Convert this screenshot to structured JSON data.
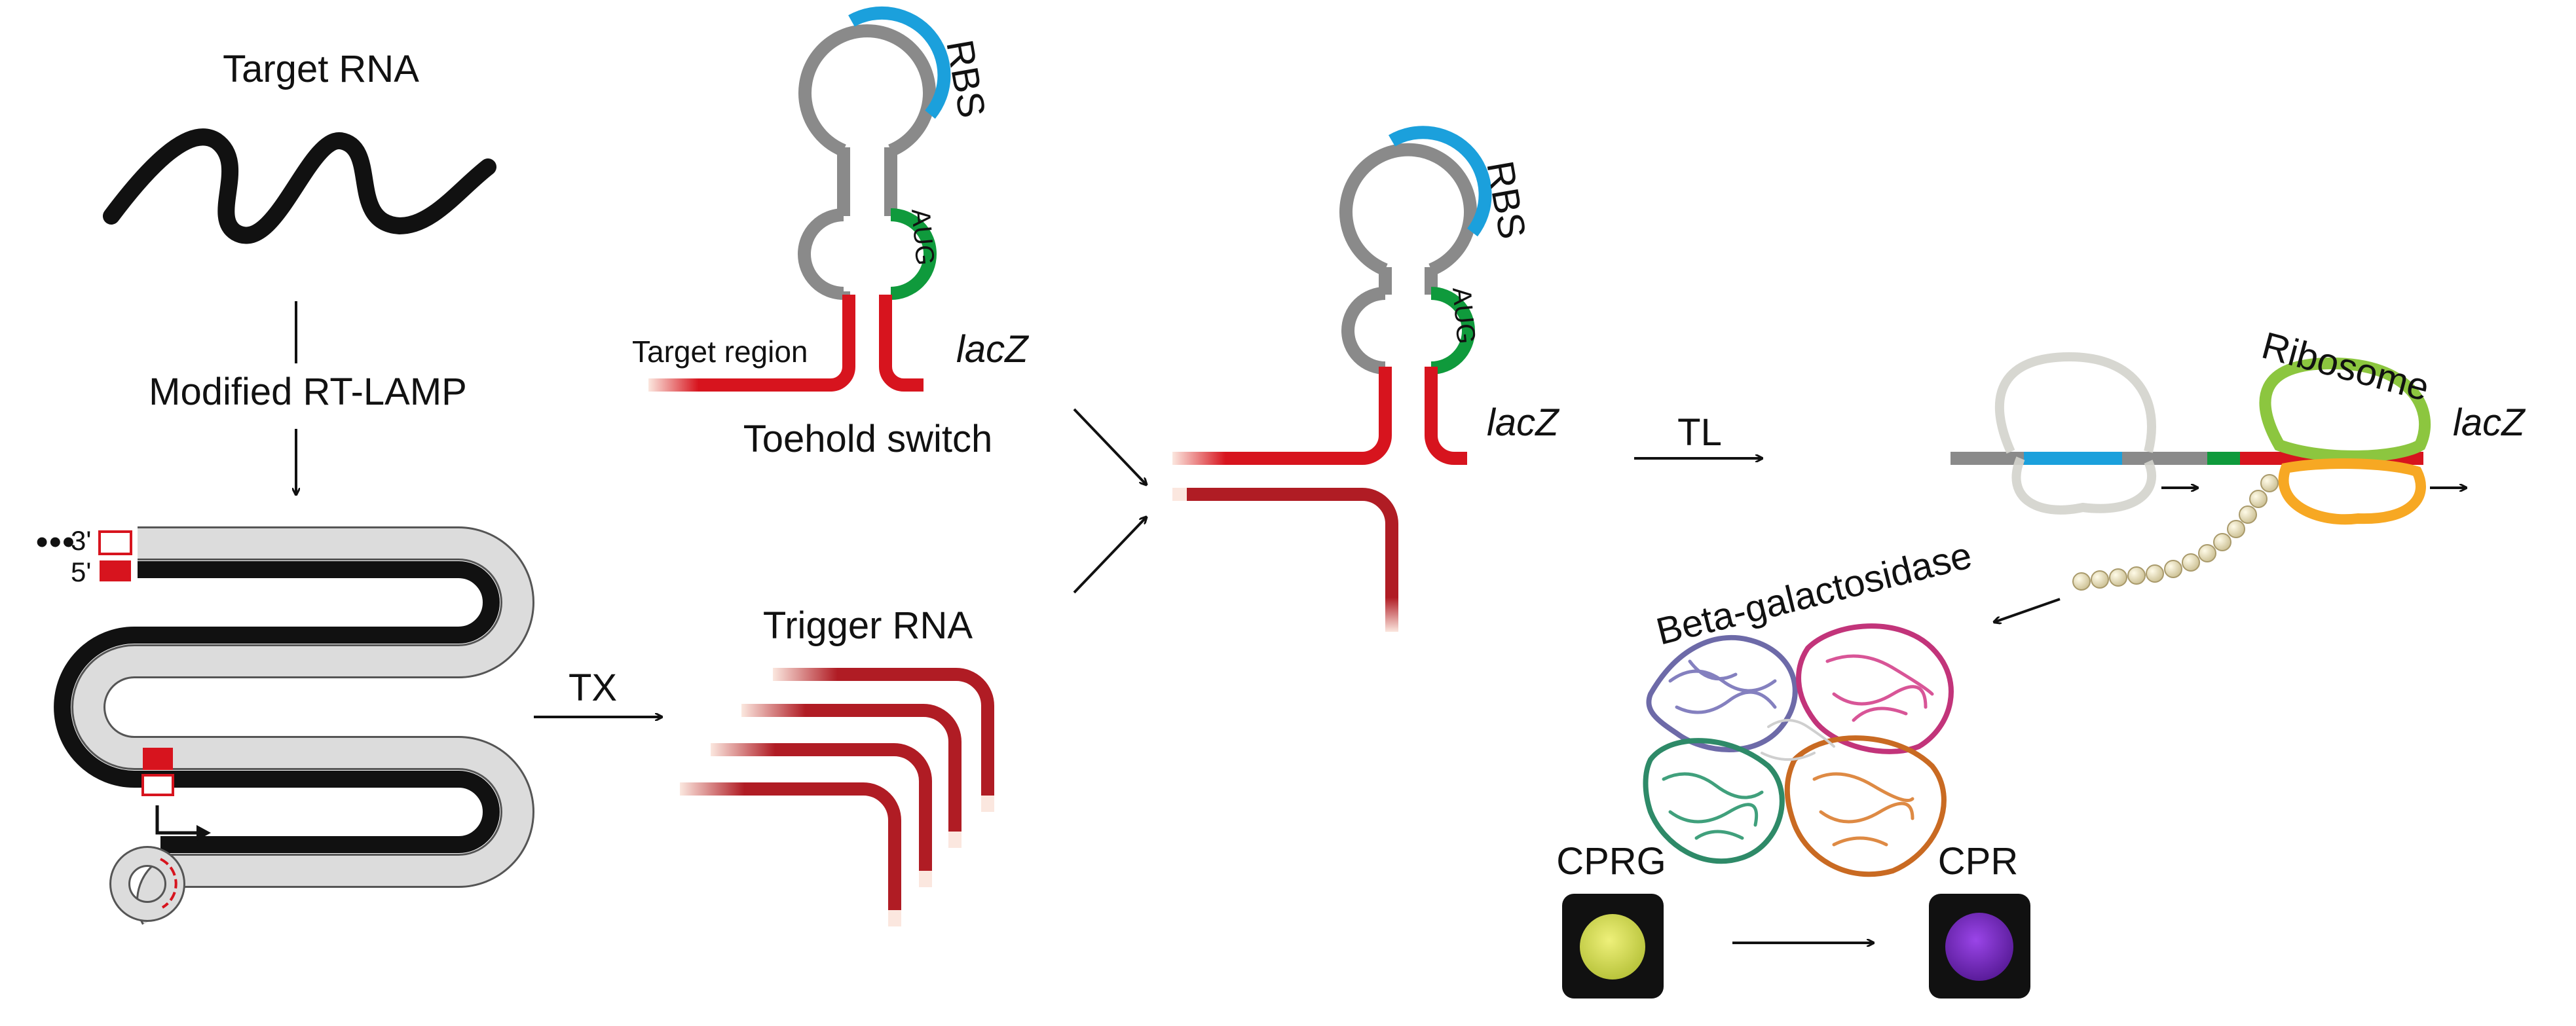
{
  "labels": {
    "target_rna": "Target RNA",
    "modified_rt_lamp": "Modified RT-LAMP",
    "three_prime": "3'",
    "five_prime": "5'",
    "ellipsis": "•••",
    "tx": "TX",
    "trigger_rna": "Trigger RNA",
    "rbs_1": "RBS",
    "aug_1": "AUG",
    "target_region": "Target region",
    "lacz_1": "lacZ",
    "toehold_switch": "Toehold switch",
    "rbs_2": "RBS",
    "aug_2": "AUG",
    "lacz_2": "lacZ",
    "tl": "TL",
    "ribosome": "Ribosome",
    "lacz_3": "lacZ",
    "beta_galactosidase": "Beta-galactosidase",
    "cprg": "CPRG",
    "cpr": "CPR"
  },
  "colors": {
    "black": "#111111",
    "gray": "#8a8a8a",
    "light_gray": "#dcdcdc",
    "red": "#d7141e",
    "dark_red": "#b01c24",
    "blue": "#1ba0dc",
    "green": "#0f9a3c",
    "purple": "#6a2585",
    "lime": "#8cc63f",
    "orange": "#f7a823",
    "bead": "#d9cfa6",
    "cprg_yellow": "#d6e05a",
    "cpr_purple": "#7b2fc9"
  }
}
